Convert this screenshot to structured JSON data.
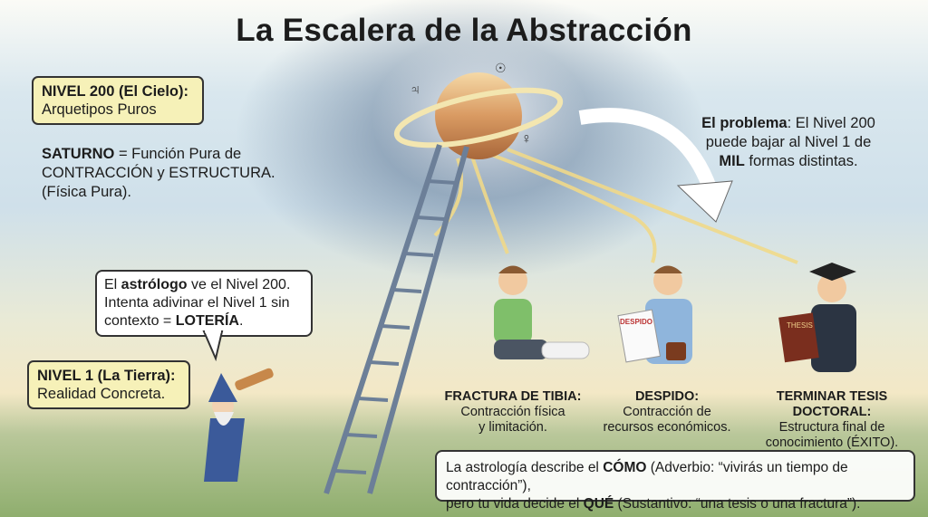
{
  "title": "La Escalera de la Abstracción",
  "level200": {
    "heading": "NIVEL 200 (El Cielo):",
    "text": "Arquetipos Puros"
  },
  "saturn": {
    "bold": "SATURNO",
    "line1": " = Función Pura de",
    "line2": "CONTRACCIÓN y ESTRUCTURA.",
    "line3": "(Física Pura)."
  },
  "problem": {
    "bold1": "El problema",
    "t1": ": El Nivel 200",
    "t2": "puede bajar al Nivel 1 de",
    "bold2": "MIL",
    "t3": " formas distintas."
  },
  "astrologer": {
    "pre": "El ",
    "bold1": "astrólogo",
    "t1": " ve el Nivel 200.",
    "t2": "Intenta adivinar el Nivel 1 sin",
    "t3": "contexto = ",
    "bold2": "LOTERÍA",
    "t4": "."
  },
  "level1": {
    "heading": "NIVEL 1 (La Tierra):",
    "text": "Realidad Concreta."
  },
  "scenarios": [
    {
      "title": "FRACTURA DE TIBIA:",
      "l1": "Contracción física",
      "l2": "y limitación."
    },
    {
      "title": "DESPIDO:",
      "l1": "Contracción de",
      "l2": "recursos económicos.",
      "prop": "DESPIDO"
    },
    {
      "title": "TERMINAR TESIS DOCTORAL:",
      "l1": "Estructura final de",
      "l2": "conocimiento (ÉXITO).",
      "prop": "THESIS"
    }
  ],
  "bottom": {
    "t1": "La astrología describe el ",
    "b1": "CÓMO",
    "t2": " (Adverbio: “vivirás un tiempo de contracción”),",
    "t3": "pero tu vida decide el ",
    "b2": "QUÉ",
    "t4": " (Sustantivo: “una tesis o una fractura”)."
  },
  "colors": {
    "label_bg": "#f6f1b8",
    "sky": "#cfe0ea",
    "grass": "#8fae6e"
  }
}
